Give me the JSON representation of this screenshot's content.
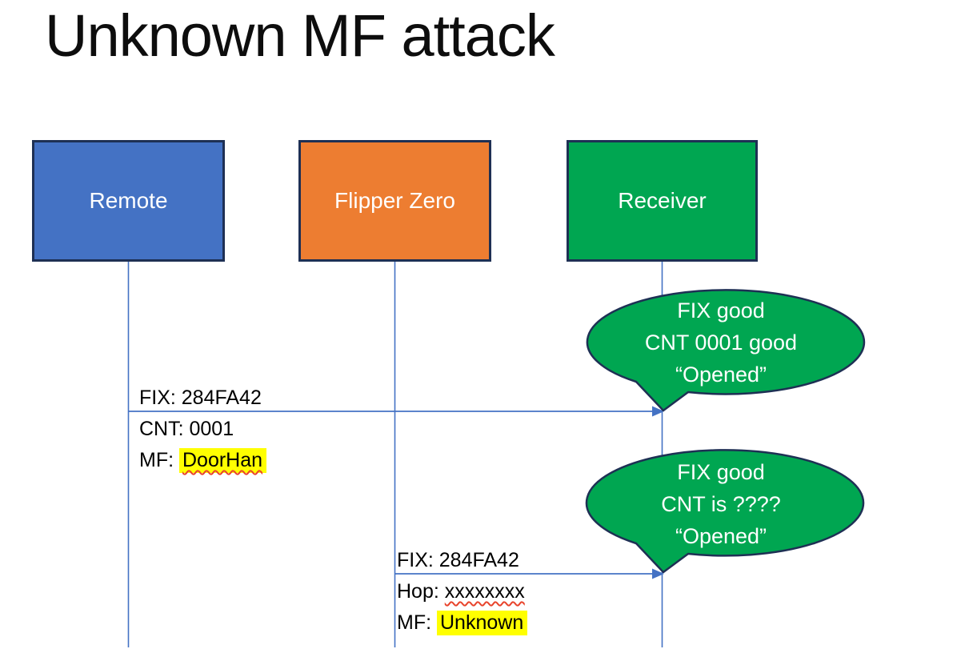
{
  "title": "Unknown MF attack",
  "actors": {
    "remote": {
      "label": "Remote"
    },
    "flipper": {
      "label": "Flipper Zero"
    },
    "receiver": {
      "label": "Receiver"
    }
  },
  "message1": {
    "line1": "FIX: 284FA42",
    "line2": "CNT: 0001",
    "line3_label": "MF: ",
    "line3_value": "DoorHan"
  },
  "message2": {
    "line1": "FIX: 284FA42",
    "line2_label": "Hop: ",
    "line2_value": "xxxxxxxx",
    "line3_label": "MF: ",
    "line3_value": "Unknown"
  },
  "callout1": {
    "line1": "FIX good",
    "line2": "CNT 0001 good",
    "line3": "“Opened”"
  },
  "callout2": {
    "line1": "FIX good",
    "line2": "CNT is ????",
    "line3": "“Opened”"
  },
  "colors": {
    "remote_fill": "#4472C4",
    "flipper_fill": "#ED7D31",
    "receiver_fill": "#00A651",
    "bubble_fill": "#00A651",
    "shape_border": "#1E3054",
    "connector_blue": "#4472C4",
    "highlight_yellow": "#FFFF00",
    "spellcheck_red": "#E8442C",
    "text_on_fill": "#FFFFFF",
    "message_text": "#000000",
    "title_text": "#0D0D0D"
  }
}
